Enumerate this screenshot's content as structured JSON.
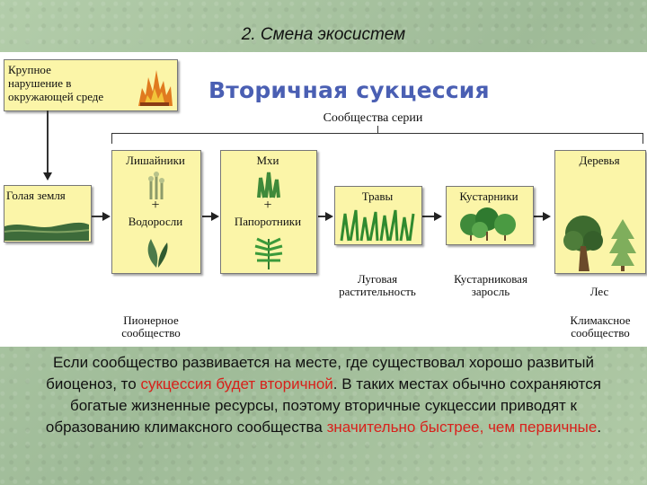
{
  "slide_title": "2. Смена экосистем",
  "diagram": {
    "heading": "Вторичная сукцессия",
    "disturbance_lines": [
      "Крупное",
      "нарушение в",
      "окружающей среде"
    ],
    "bare_land": "Голая земля",
    "series_label": "Сообщества серии",
    "stage1": {
      "top": "Лишайники",
      "plus": "+",
      "bottom": "Водоросли"
    },
    "stage2": {
      "top": "Мхи",
      "plus": "+",
      "bottom": "Папоротники"
    },
    "stage3": {
      "label": "Травы"
    },
    "stage4": {
      "label": "Кустарники"
    },
    "stage5": {
      "label": "Деревья"
    },
    "caption_meadow": [
      "Луговая",
      "растительность"
    ],
    "caption_shrub": [
      "Кустарниковая",
      "заросль"
    ],
    "caption_forest": "Лес",
    "caption_pioneer": [
      "Пионерное",
      "сообщество"
    ],
    "caption_climax": [
      "Климаксное",
      "сообщество"
    ]
  },
  "text": {
    "part1": "Если сообщество развивается на месте, где существовал хорошо развитый биоценоз, то ",
    "red1": "сукцессия будет вторичной",
    "part2": ". В таких местах обычно сохраняются богатые жизненные ресурсы, поэтому вторичные сукцессии приводят к образованию климаксного сообщества ",
    "red2": "значительно быстрее, чем первичные",
    "part3": "."
  },
  "colors": {
    "box_fill": "#fbf5a8",
    "heading": "#4a5fb3",
    "highlight": "#d8211b",
    "background": "#a9c4a2"
  },
  "icons": [
    "fire-icon",
    "bare-land-icon",
    "lichen-icon",
    "algae-icon",
    "moss-icon",
    "fern-icon",
    "grass-icon",
    "shrub-icon",
    "deciduous-tree-icon",
    "conifer-tree-icon"
  ]
}
